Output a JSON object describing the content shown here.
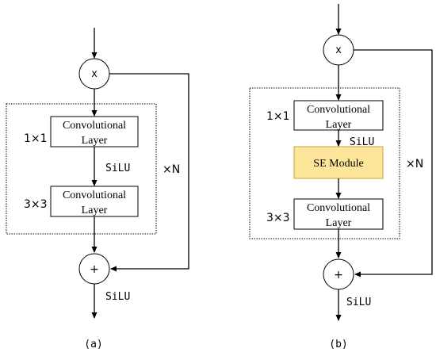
{
  "diagram_a": {
    "input_node": "x",
    "sum_node": "+",
    "conv1": {
      "line1": "Convolutional",
      "line2": "Layer",
      "kernel": "1×1"
    },
    "conv2": {
      "line1": "Convolutional",
      "line2": "Layer",
      "kernel": "3×3"
    },
    "mid_activation": "SiLU",
    "out_activation": "SiLU",
    "repeat": "×N",
    "caption": "(a)"
  },
  "diagram_b": {
    "input_node": "x",
    "sum_node": "+",
    "conv1": {
      "line1": "Convolutional",
      "line2": "Layer",
      "kernel": "1×1"
    },
    "mid_activation": "SiLU",
    "se_module": "SE Module",
    "conv2": {
      "line1": "Convolutional",
      "line2": "Layer",
      "kernel": "3×3"
    },
    "out_activation": "SiLU",
    "repeat": "×N",
    "caption": "(b)"
  },
  "colors": {
    "se_fill": "#fde69a",
    "se_stroke": "#c9a13a",
    "line": "#000000"
  }
}
